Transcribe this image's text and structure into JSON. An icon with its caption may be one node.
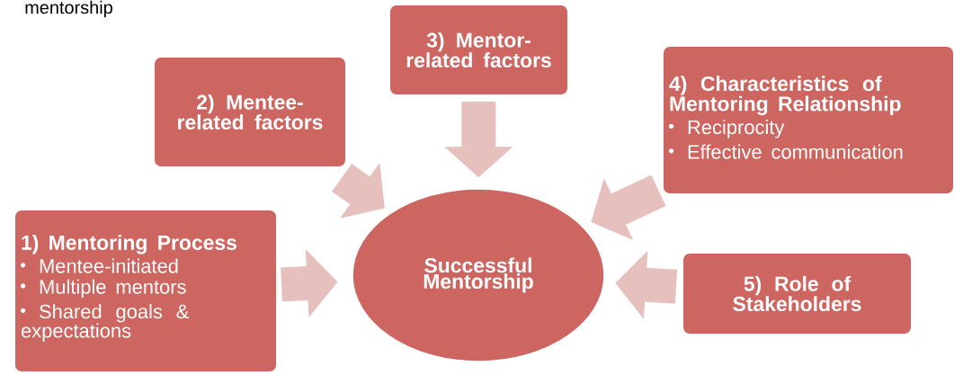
{
  "diagram": {
    "nodes": [
      {
        "text": [
          "1) Mentoring Process",
          "Mentee-initiated",
          "Multiple mentors",
          "Shared goals & expectations"
        ]
      },
      {
        "text": [
          "2) Mentee-related factors"
        ]
      },
      {
        "text": [
          "3) Mentor-related factors"
        ]
      },
      {
        "text": [
          "4) Characteristics of Mentoring Relationship",
          "Reciprocity",
          "Effective communication"
        ]
      },
      {
        "text": [
          "5) Role of Stakeholders"
        ]
      },
      {
        "text": [
          "Successful Mentorship"
        ]
      }
    ],
    "edges": [
      {
        "from": 0,
        "to": 5,
        "arrow": "to"
      },
      {
        "from": 1,
        "to": 5,
        "arrow": "to"
      },
      {
        "from": 2,
        "to": 5,
        "arrow": "to"
      },
      {
        "from": 3,
        "to": 5,
        "arrow": "to"
      },
      {
        "from": 4,
        "to": 5,
        "arrow": "to"
      }
    ],
    "labels": [
      "mentorship"
    ]
  }
}
